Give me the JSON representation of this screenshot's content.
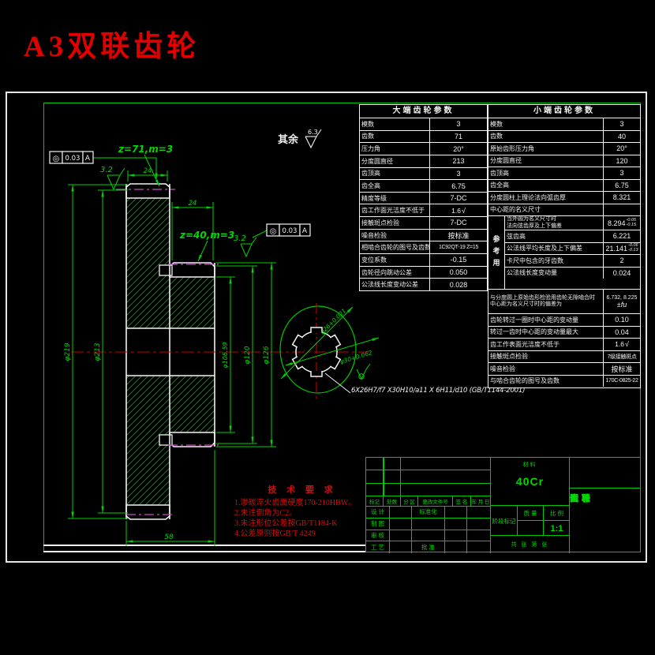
{
  "title": "A3双联齿轮",
  "colors": {
    "line_green": "#00c800",
    "text_green": "#00d800",
    "white": "#f2f2f2",
    "centerline_red": "#c00000",
    "tech_red": "#d40d0d",
    "pitch_magenta": "#c84ac8",
    "title_red": "#e00000"
  },
  "symbols": {
    "rough_check": "√"
  },
  "drawing": {
    "remainder": {
      "label": "其余",
      "value": "6.3"
    },
    "big_gear_label": "z=71,m=3",
    "small_gear_label": "z=40,m=3",
    "rough1": "3.2",
    "rough2": "3.2",
    "gdt1": {
      "sym": "◎",
      "tol": "0.03",
      "datum": "A"
    },
    "gdt2": {
      "sym": "◎",
      "tol": "0.03",
      "datum": "A"
    },
    "dim_big_width": "24",
    "dim_small_width": "24",
    "dim_total": "58",
    "dia219": "φ219",
    "dia213": "φ213",
    "dia106": "φ106.59",
    "dia120": "φ120",
    "dia126": "φ126",
    "spline_d26": "φ26+0.021",
    "spline_d30": "φ30+0.062",
    "spline_callout": "6X26H7/f7 X30H10/a11 X 6H11/d10 (GB/T1144-2001)"
  },
  "big_table": {
    "title": "大端齿轮参数",
    "rows": [
      {
        "label": "模数",
        "value": "3"
      },
      {
        "label": "齿数",
        "value": "71"
      },
      {
        "label": "压力角",
        "value": "20°"
      },
      {
        "label": "分度圆直径",
        "value": "213"
      },
      {
        "label": "齿顶高",
        "value": "3"
      },
      {
        "label": "齿全高",
        "value": "6.75"
      },
      {
        "label": "精度等级",
        "value": "7-DC"
      },
      {
        "label": "齿工作面光洁度不低于",
        "value": "1.6"
      },
      {
        "label": "接触斑点检验",
        "value": "7-DC"
      },
      {
        "label": "噪音检验",
        "value": "按标准"
      },
      {
        "label": "相啮合齿轮的图号及齿数",
        "value": "1C92QT-19 Z=15"
      },
      {
        "label": "变位系数",
        "value": "-0.15"
      },
      {
        "label": "齿轮径向跳动公差",
        "value": "0.050"
      },
      {
        "label": "公法线长度变动公差",
        "value": "0.028"
      }
    ]
  },
  "small_table": {
    "title": "小端齿轮参数",
    "ref_label": "参考用",
    "rows_a": [
      {
        "label": "模数",
        "value": "3"
      },
      {
        "label": "齿数",
        "value": "40"
      },
      {
        "label": "原始齿形压力角",
        "value": "20°"
      },
      {
        "label": "分度圆直径",
        "value": "120"
      },
      {
        "label": "齿顶高",
        "value": "3"
      },
      {
        "label": "齿全高",
        "value": "6.75"
      },
      {
        "label": "分度圆柱上理论法向弧齿厚",
        "value": "8.321"
      },
      {
        "label": "中心距的名义尺寸",
        "value": ""
      }
    ],
    "ref_rows": [
      {
        "label1": "当外圆为名义尺寸时",
        "label2": "法向弦齿厚及上下偏差",
        "value": "8.294",
        "tol_up": "-0.05",
        "tol_dn": "-0.15"
      },
      {
        "label": "弦齿高",
        "value": "6.221"
      },
      {
        "label": "公法线平均长度及上下偏差",
        "value": "21.141",
        "tol_up": "-0.06",
        "tol_dn": "-0.13"
      },
      {
        "label": "卡尺中包含的牙齿数",
        "value": "2"
      },
      {
        "label": "公法线长度变动量",
        "value": "0.024"
      }
    ],
    "rows_b": [
      {
        "label1": "与分度圆上原始齿形检验用齿轮无隙啮合时",
        "value1": "6.732, 8.225",
        "label2": "中心距为名义尺寸时的偏差为",
        "value2": "±fu"
      },
      {
        "label": "齿轮转过一圈时中心距的变动量",
        "value": "0.10"
      },
      {
        "label": "转过一齿时中心距的变动量最大",
        "value": "0.04"
      },
      {
        "label": "齿工作表面光洁度不低于",
        "value": "1.6"
      },
      {
        "label": "接触斑点检验",
        "value": "7级接触斑点"
      },
      {
        "label": "噪音检验",
        "value": "按标准"
      },
      {
        "label": "与啮合齿轮的图号及齿数",
        "value": "170C-0825-22"
      }
    ]
  },
  "tech_req": {
    "title": "技 术 要 求",
    "items": [
      "1.渗碳淬火齿面硬度170-210HBW。",
      "2.未注倒角为C2。",
      "3.未注形位公差按GB/T1184-K",
      "4.公差原则按GB/T 4249"
    ]
  },
  "title_block": {
    "material_label": "材料",
    "material": "40Cr",
    "rev_cols": [
      "标记",
      "处数",
      "分 区",
      "更改文件号",
      "签 名",
      "年 月 日"
    ],
    "sign_rows": [
      "设 计",
      "制 图",
      "审 核",
      "工 艺"
    ],
    "std_label": "标准化",
    "approve_label": "批 准",
    "stage_label": "阶段标记",
    "mass_label": "质 量",
    "ratio_label": "比 例",
    "ratio_value": "1:1",
    "sheet_note": "共  张  第  张",
    "name_line1": "双联",
    "name_line2": "齿轮",
    "code_line1": "图样",
    "code_line2": "代号"
  }
}
